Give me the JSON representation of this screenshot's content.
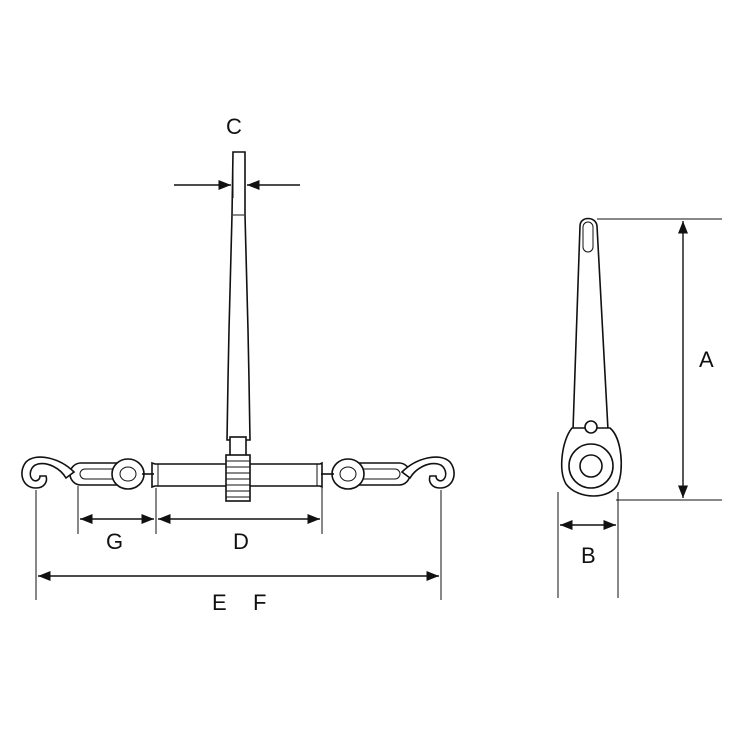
{
  "labels": {
    "a": "A",
    "b": "B",
    "c": "C",
    "d": "D",
    "e": "E",
    "f": "F",
    "g": "G"
  },
  "colors": {
    "line": "#111111",
    "background": "#ffffff"
  }
}
